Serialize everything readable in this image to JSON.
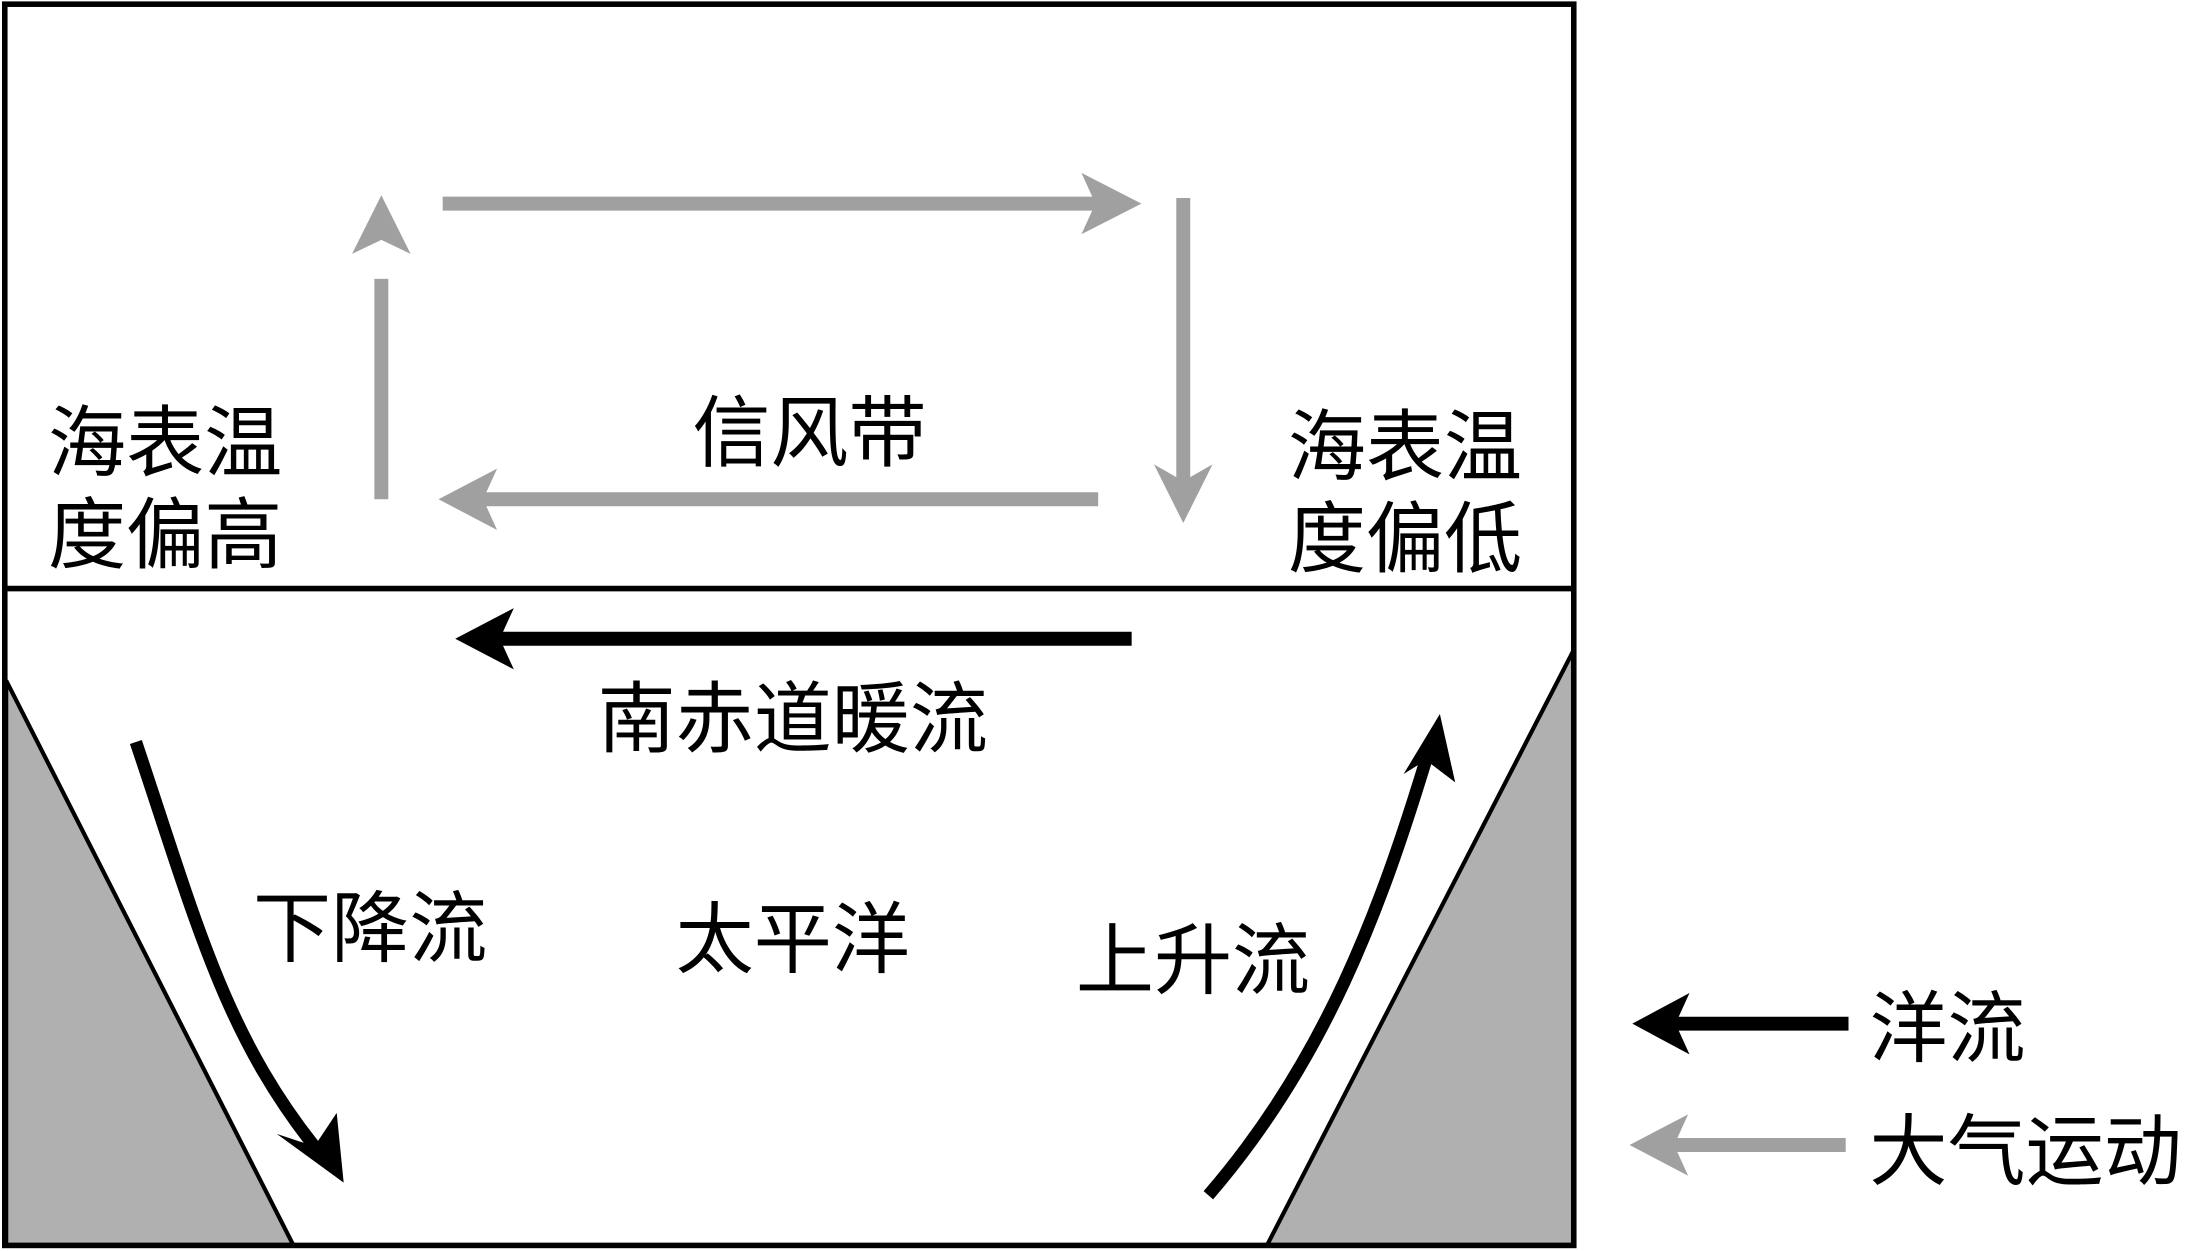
{
  "colors": {
    "ocean_current": "#000000",
    "atmosphere": "#a0a0a0",
    "land": "#b0b0b0",
    "border": "#000000",
    "background": "#ffffff"
  },
  "atmosphere": {
    "trade_wind_label": "信风带",
    "west_sst_label_line1": "海表温",
    "west_sst_label_line2": "度偏高",
    "east_sst_label_line1": "海表温",
    "east_sst_label_line2": "度偏低"
  },
  "ocean": {
    "surface_current_label": "南赤道暖流",
    "downwelling_label": "下降流",
    "ocean_name_label": "太平洋",
    "upwelling_label": "上升流"
  },
  "legend": {
    "items": [
      {
        "label": "洋流",
        "kind": "ocean_current"
      },
      {
        "label": "大气运动",
        "kind": "atmosphere"
      }
    ]
  }
}
